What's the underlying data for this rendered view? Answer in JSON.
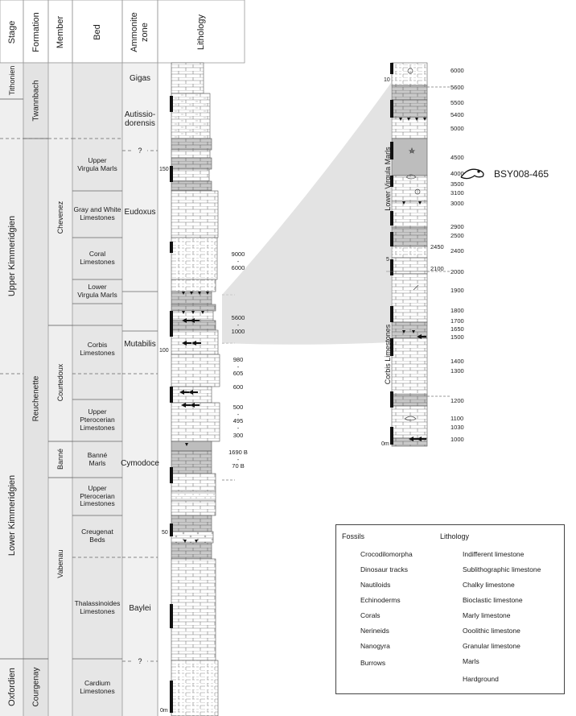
{
  "headers": {
    "stage": "Stage",
    "formation": "Formation",
    "member": "Member",
    "bed": "Bed",
    "ammonite": "Ammonite\nzone",
    "lithology": "Lithology"
  },
  "stages": [
    {
      "id": "tithonien",
      "label": "Tithonien"
    },
    {
      "id": "upper-kimm",
      "label": "Upper Kimmeridgien"
    },
    {
      "id": "lower-kimm",
      "label": "Lower Kimmeridgien"
    },
    {
      "id": "oxfordien",
      "label": "Oxfordien"
    }
  ],
  "formations": [
    {
      "id": "twannbach",
      "label": "Twannbach"
    },
    {
      "id": "reuchenette",
      "label": "Reuchenette"
    },
    {
      "id": "courgenay",
      "label": "Courgenay"
    }
  ],
  "members": [
    {
      "id": "chevenez",
      "label": "Chevenez"
    },
    {
      "id": "courtedoux",
      "label": "Courtedoux"
    },
    {
      "id": "banne",
      "label": "Banné"
    },
    {
      "id": "vabenau",
      "label": "Vabenau"
    }
  ],
  "beds": [
    {
      "id": "upper-virgula",
      "label": "Upper\nVirgula Marls"
    },
    {
      "id": "gray-white",
      "label": "Gray and White\nLimestones"
    },
    {
      "id": "coral",
      "label": "Coral\nLimestones"
    },
    {
      "id": "lower-virgula",
      "label": "Lower\nVirgula Marls"
    },
    {
      "id": "corbis",
      "label": "Corbis\nLimestones"
    },
    {
      "id": "upper-ptero-1",
      "label": "Upper\nPterocerian\nLimestones"
    },
    {
      "id": "banne-marls",
      "label": "Banné\nMarls"
    },
    {
      "id": "upper-ptero-2",
      "label": "Upper\nPterocerian\nLimestones"
    },
    {
      "id": "creugenat",
      "label": "Creugenat\nBeds"
    },
    {
      "id": "thalassinoides",
      "label": "Thalassinoides\nLimestones"
    },
    {
      "id": "cardium",
      "label": "Cardium\nLimestones"
    }
  ],
  "ammonites": [
    {
      "id": "gigas",
      "label": "Gigas"
    },
    {
      "id": "autissiodorensis",
      "label": "Autissio-\ndorensis"
    },
    {
      "id": "question-upper",
      "label": "?"
    },
    {
      "id": "eudoxus",
      "label": "Eudoxus"
    },
    {
      "id": "mutabilis",
      "label": "Mutabilis"
    },
    {
      "id": "cymodoce",
      "label": "Cymodoce"
    },
    {
      "id": "baylei",
      "label": "Baylei"
    },
    {
      "id": "question-lower",
      "label": "?"
    }
  ],
  "main_scale": [
    "150",
    "100",
    "50",
    "0m"
  ],
  "main_levels": [
    {
      "id": "l9000",
      "label": "9000\n-\n6000"
    },
    {
      "id": "l5600",
      "label": "5600\n-\n1000"
    },
    {
      "id": "l980",
      "label": "980\n-\n605"
    },
    {
      "id": "l600",
      "label": "600"
    },
    {
      "id": "l500",
      "label": "500\n-\n495\n-\n300"
    },
    {
      "id": "l1690",
      "label": "1690 B\n-\n70 B"
    }
  ],
  "detail": {
    "scale": [
      "10",
      "5",
      "0m"
    ],
    "bed_upper": "Lower Virgula Marls",
    "bed_lower": "Corbis Limestones",
    "levels": [
      "6000",
      "5600",
      "5500",
      "5400",
      "5000",
      "4500",
      "4000",
      "3500",
      "3100",
      "3000",
      "2900",
      "2500",
      "2450",
      "2400",
      "2100",
      "2000",
      "1900",
      "1800",
      "1700",
      "1650",
      "1500",
      "1400",
      "1300",
      "1200",
      "1100",
      "1030",
      "1000"
    ],
    "specimen": "BSY008-465"
  },
  "legend": {
    "fossils_title": "Fossils",
    "lithology_title": "Lithology",
    "fossils": [
      "Crocodilomorpha",
      "Dinosaur tracks",
      "Nautiloids",
      "Echinoderms",
      "Corals",
      "Nerineids",
      "Nanogyra",
      "Burrows"
    ],
    "lithologies": [
      "Indifferent limestone",
      "Sublithographic limestone",
      "Chalky limestone",
      "Bioclastic limestone",
      "Marly limestone",
      "Ooolithic limestone",
      "Granular limestone",
      "Marls"
    ],
    "hardground": "Hardground"
  }
}
